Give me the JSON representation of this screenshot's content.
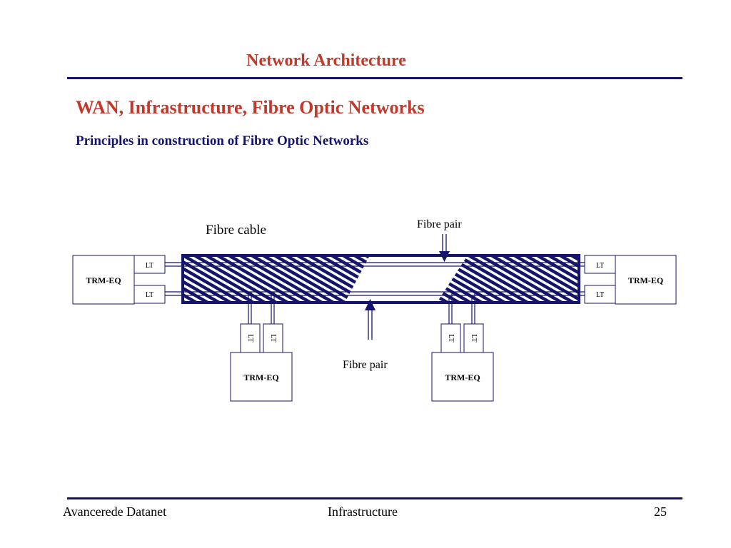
{
  "header": {
    "title": "Network Architecture",
    "section": "WAN, Infrastructure, Fibre Optic Networks",
    "subtitle": "Principles in construction of Fibre Optic Networks"
  },
  "diagram": {
    "cable_label": "Fibre cable",
    "pair_label_top": "Fibre pair",
    "pair_label_bottom": "Fibre pair",
    "equipment_label": "TRM-EQ",
    "terminal_label": "LT"
  },
  "footer": {
    "left": "Avancerede Datanet",
    "center": "Infrastructure",
    "page": "25"
  },
  "colors": {
    "title": "#c0392b",
    "accent": "#14146b"
  }
}
